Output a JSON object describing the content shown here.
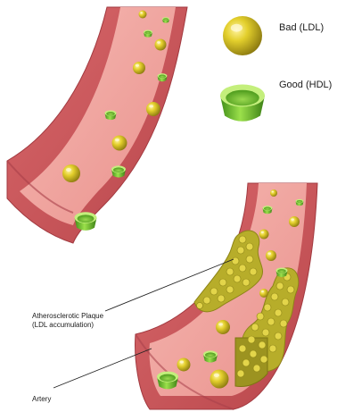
{
  "legend": {
    "ldl": {
      "label": "Bad (LDL)",
      "color": "#d6c21e"
    },
    "hdl": {
      "label": "Good (HDL)",
      "color": "#6dbf2a"
    }
  },
  "callouts": {
    "plaque_line1": "Atherosclerotic Plaque",
    "plaque_line2": "(LDL accumulation)",
    "artery": "Artery"
  },
  "colors": {
    "vessel_wall": "#c9585c",
    "vessel_lumen": "#f1a7a2",
    "plaque": "#b9b02e"
  }
}
